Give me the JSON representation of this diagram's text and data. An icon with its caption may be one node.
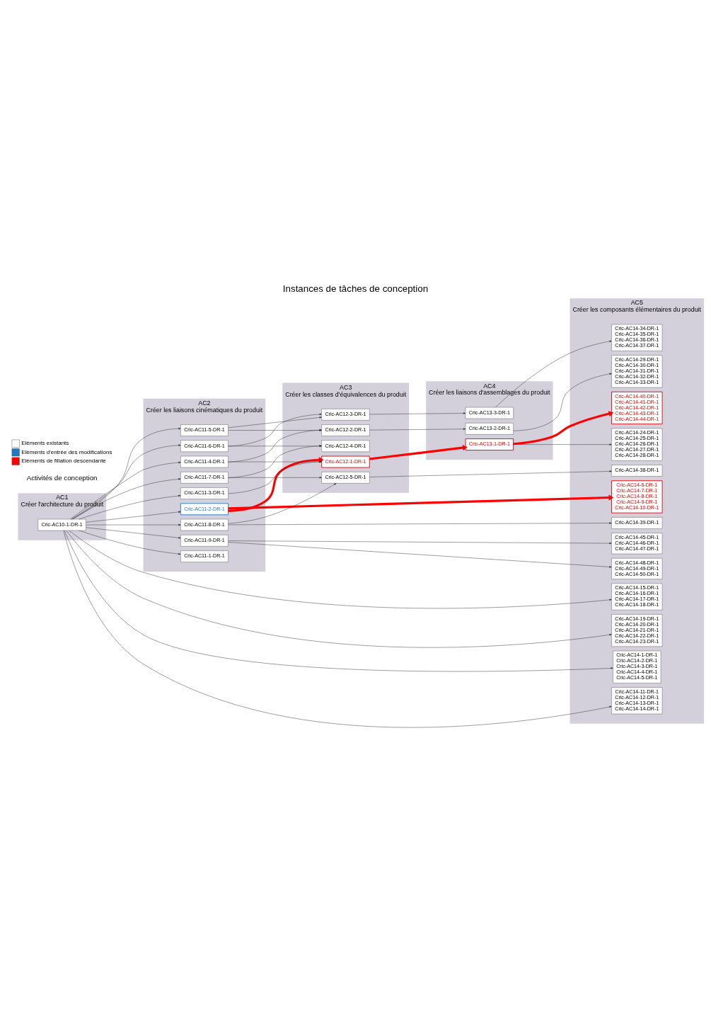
{
  "diagram": {
    "title": "Instances de tâches de conception",
    "nodes": [
      {
        "text": [
          "AC1",
          "Créer l'architecture du produit"
        ]
      },
      {
        "text": [
          "AC2",
          "Créer les liaisons cinématiques du produit"
        ]
      },
      {
        "text": [
          "AC3",
          "Créer les classes d'équivalences du produit"
        ]
      },
      {
        "text": [
          "AC4",
          "Créer les liaisons d'assemblages du produit"
        ]
      },
      {
        "text": [
          "AC5",
          "Créer les composants élémentaires du produit"
        ]
      },
      {
        "text": [
          "Cric-AC10-1-DR-1"
        ],
        "in": 0
      },
      {
        "text": [
          "Cric-AC11-1-DR-1"
        ],
        "in": 1
      },
      {
        "text": [
          "Cric-AC11-2-DR-1"
        ],
        "in": 1
      },
      {
        "text": [
          "Cric-AC11-3-DR-1"
        ],
        "in": 1
      },
      {
        "text": [
          "Cric-AC11-4-DR-1"
        ],
        "in": 1
      },
      {
        "text": [
          "Cric-AC11-5-DR-1"
        ],
        "in": 1
      },
      {
        "text": [
          "Cric-AC11-6-DR-1"
        ],
        "in": 1
      },
      {
        "text": [
          "Cric-AC11-7-DR-1"
        ],
        "in": 1
      },
      {
        "text": [
          "Cric-AC11-8-DR-1"
        ],
        "in": 1
      },
      {
        "text": [
          "Cric-AC11-9-DR-1"
        ],
        "in": 1
      },
      {
        "text": [
          "Cric-AC12-1-DR-1"
        ],
        "in": 2
      },
      {
        "text": [
          "Cric-AC12-2-DR-1"
        ],
        "in": 2
      },
      {
        "text": [
          "Cric-AC12-3-DR-1"
        ],
        "in": 2
      },
      {
        "text": [
          "Cric-AC12-4-DR-1"
        ],
        "in": 2
      },
      {
        "text": [
          "Cric-AC12-5-DR-1"
        ],
        "in": 2
      },
      {
        "text": [
          "Cric-AC13-1-DR-1"
        ],
        "in": 3
      },
      {
        "text": [
          "Cric-AC13-2-DR-1"
        ],
        "in": 3
      },
      {
        "text": [
          "Cric-AC13-3-DR-1"
        ],
        "in": 3
      },
      {
        "text": [
          "Cric-AC14-1-DR-1",
          "Cric-AC14-2-DR-1",
          "Cric-AC14-3-DR-1",
          "Cric-AC14-4-DR-1",
          "Cric-AC14-5-DR-1"
        ],
        "in": 4
      },
      {
        "text": [
          "Cric-AC14-6-DR-1",
          "Cric-AC14-7-DR-1",
          "Cric-AC14-8-DR-1",
          "Cric-AC14-9-DR-1",
          "Cric-AC14-10-DR-1"
        ],
        "in": 4
      },
      {
        "text": [
          "Cric-AC14-11-DR-1",
          "Cric-AC14-12-DR-1",
          "Cric-AC14-13-DR-1",
          "Cric-AC14-14-DR-1"
        ],
        "in": 4
      },
      {
        "text": [
          "Cric-AC14-15-DR-1",
          "Cric-AC14-16-DR-1",
          "Cric-AC14-17-DR-1",
          "Cric-AC14-18-DR-1"
        ],
        "in": 4
      },
      {
        "text": [
          "Cric-AC14-19-DR-1",
          "Cric-AC14-20-DR-1",
          "Cric-AC14-21-DR-1",
          "Cric-AC14-22-DR-1",
          "Cric-AC14-23-DR-1"
        ],
        "in": 4
      },
      {
        "text": [
          "Cric-AC14-24-DR-1",
          "Cric-AC14-25-DR-1",
          "Cric-AC14-26-DR-1",
          "Cric-AC14-27-DR-1",
          "Cric-AC14-28-DR-1"
        ],
        "in": 4
      },
      {
        "text": [
          "Cric-AC14-29-DR-1",
          "Cric-AC14-30-DR-1",
          "Cric-AC14-31-DR-1",
          "Cric-AC14-32-DR-1",
          "Cric-AC14-33-DR-1"
        ],
        "in": 4
      },
      {
        "text": [
          "Cric-AC14-34-DR-1",
          "Cric-AC14-35-DR-1",
          "Cric-AC14-36-DR-1",
          "Cric-AC14-37-DR-1"
        ],
        "in": 4
      },
      {
        "text": [
          "Cric-AC14-38-DR-1"
        ],
        "in": 4
      },
      {
        "text": [
          "Cric-AC14-39-DR-1"
        ],
        "in": 4
      },
      {
        "text": [
          "Cric-AC14-40-DR-1",
          "Cric-AC14-41-DR-1",
          "Cric-AC14-42-DR-1",
          "Cric-AC14-43-DR-1",
          "Cric-AC14-44-DR-1"
        ],
        "in": 4
      },
      {
        "text": [
          "Cric-AC14-45-DR-1",
          "Cric-AC14-46-DR-1",
          "Cric-AC14-47-DR-1"
        ],
        "in": 4
      },
      {
        "text": [
          "Cric-AC14-48-DR-1",
          "Cric-AC14-49-DR-1",
          "Cric-AC14-50-DR-1"
        ],
        "in": 4
      }
    ],
    "edges": [
      {
        "from": 5,
        "to": 6,
        "arrow": "to"
      },
      {
        "from": 5,
        "to": 7,
        "arrow": "to"
      },
      {
        "from": 5,
        "to": 8,
        "arrow": "to"
      },
      {
        "from": 5,
        "to": 9,
        "arrow": "to"
      },
      {
        "from": 5,
        "to": 10,
        "arrow": "to"
      },
      {
        "from": 5,
        "to": 11,
        "arrow": "to"
      },
      {
        "from": 5,
        "to": 12,
        "arrow": "to"
      },
      {
        "from": 5,
        "to": 13,
        "arrow": "to"
      },
      {
        "from": 5,
        "to": 14,
        "arrow": "to"
      },
      {
        "from": 5,
        "to": 23,
        "arrow": "to"
      },
      {
        "from": 5,
        "to": 25,
        "arrow": "to"
      },
      {
        "from": 5,
        "to": 26,
        "arrow": "to"
      },
      {
        "from": 5,
        "to": 27,
        "arrow": "to"
      },
      {
        "from": 7,
        "to": 15,
        "arrow": "to",
        "style": "thick",
        "color": "#ff0000"
      },
      {
        "from": 7,
        "to": 24,
        "arrow": "to",
        "style": "thick",
        "color": "#ff0000"
      },
      {
        "from": 8,
        "to": 15,
        "arrow": "to"
      },
      {
        "from": 9,
        "to": 15,
        "arrow": "to"
      },
      {
        "from": 9,
        "to": 16,
        "arrow": "to"
      },
      {
        "from": 10,
        "to": 16,
        "arrow": "to"
      },
      {
        "from": 10,
        "to": 17,
        "arrow": "to"
      },
      {
        "from": 11,
        "to": 17,
        "arrow": "to"
      },
      {
        "from": 11,
        "to": 18,
        "arrow": "to"
      },
      {
        "from": 12,
        "to": 18,
        "arrow": "to"
      },
      {
        "from": 12,
        "to": 19,
        "arrow": "to"
      },
      {
        "from": 13,
        "to": 19,
        "arrow": "to"
      },
      {
        "from": 15,
        "to": 20,
        "arrow": "to",
        "style": "thick",
        "color": "#ff0000"
      },
      {
        "from": 16,
        "to": 21,
        "arrow": "to"
      },
      {
        "from": 17,
        "to": 22,
        "arrow": "to"
      },
      {
        "from": 20,
        "to": 33,
        "arrow": "to",
        "style": "thick",
        "color": "#ff0000"
      },
      {
        "from": 20,
        "to": 28,
        "arrow": "to"
      },
      {
        "from": 21,
        "to": 29,
        "arrow": "to"
      },
      {
        "from": 22,
        "to": 30,
        "arrow": "to"
      },
      {
        "from": 19,
        "to": 31,
        "arrow": "to"
      },
      {
        "from": 13,
        "to": 32,
        "arrow": "to"
      },
      {
        "from": 14,
        "to": 34,
        "arrow": "to"
      },
      {
        "from": 14,
        "to": 35,
        "arrow": "to"
      }
    ],
    "labels": [
      "Activités de conception"
    ],
    "legend": [
      {
        "text": "Eléments existants",
        "color": "#ffffff"
      },
      {
        "text": "Eléments d'entrée des modifications",
        "color": "#1f78c8"
      },
      {
        "text": "Eléments de filiation descendante",
        "color": "#ff0000"
      }
    ]
  }
}
